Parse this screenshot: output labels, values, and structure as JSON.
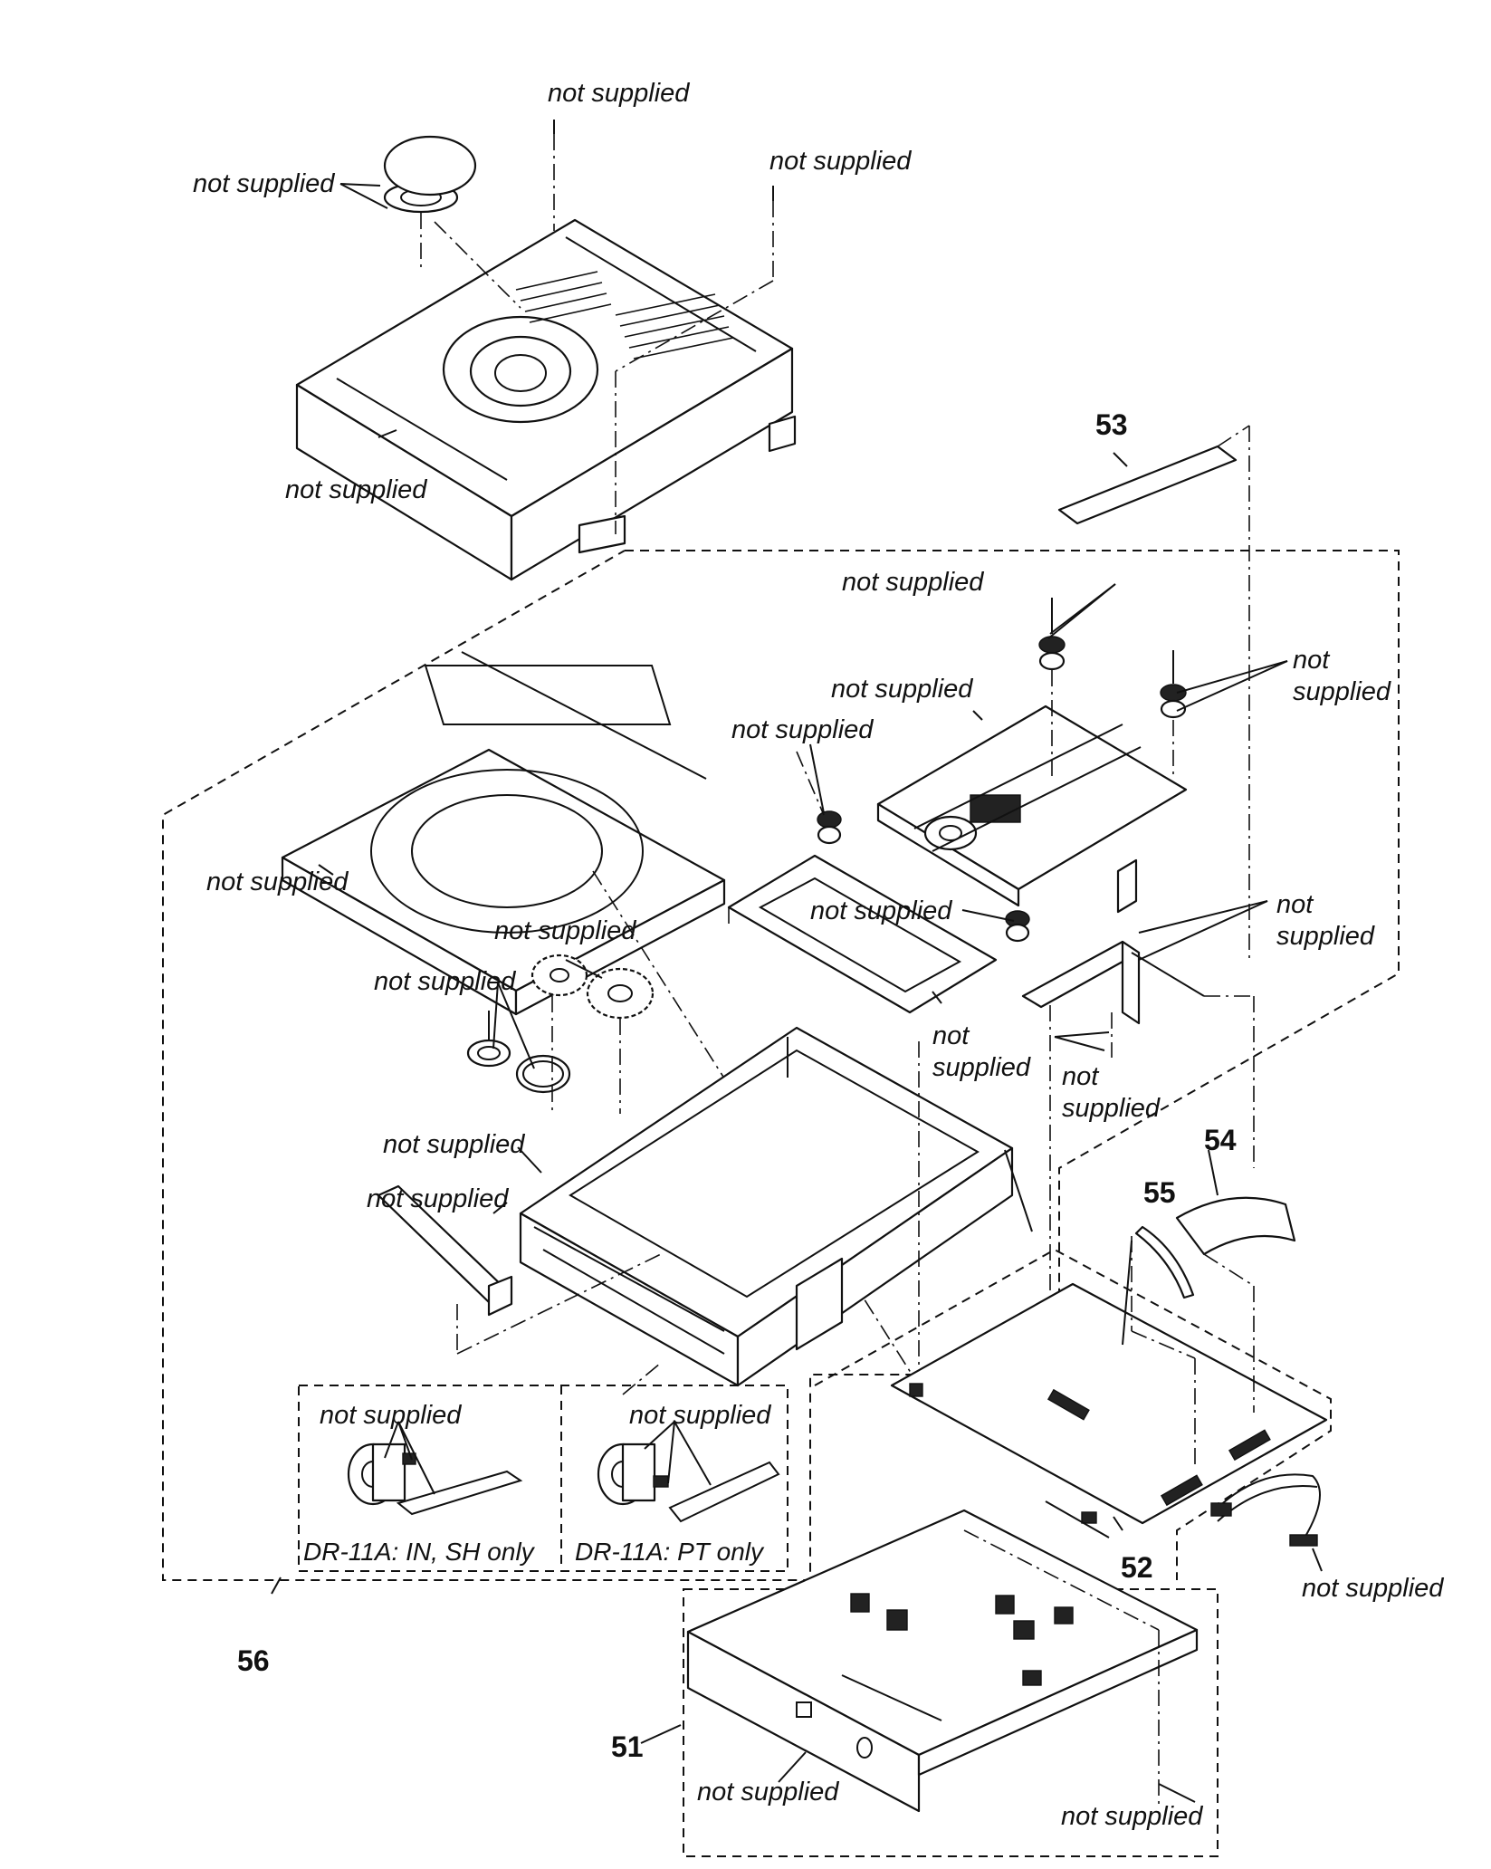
{
  "labels": {
    "not_supplied": "not supplied",
    "not": "not",
    "supplied": "supplied"
  },
  "part_numbers": {
    "p51": "51",
    "p52": "52",
    "p53": "53",
    "p54": "54",
    "p55": "55",
    "p56": "56"
  },
  "variant_notes": {
    "in_sh": "DR-11A: IN, SH only",
    "pt": "DR-11A: PT only"
  }
}
